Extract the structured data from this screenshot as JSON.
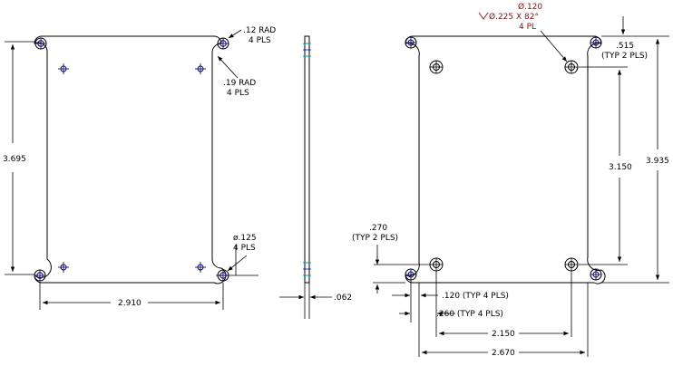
{
  "left_view": {
    "corner_note": {
      "value": ".12 RAD",
      "qty": "4 PLS"
    },
    "notch_note": {
      "value": ".19 RAD",
      "qty": "4 PLS"
    },
    "hole_note": {
      "value": "ø.125",
      "qty": "4 PLS"
    },
    "height_dim": "3.695",
    "width_dim": "2.910"
  },
  "side_view": {
    "thickness_dim": ".062"
  },
  "right_view": {
    "cs_note": {
      "line1": "Ø.120",
      "line2": "Ø.225 X 82°",
      "line3": "4 PL"
    },
    "top_offset": {
      "value": ".515",
      "qty": "(TYP 2 PLS)"
    },
    "side_offset": {
      "value": ".270",
      "qty": "(TYP 2 PLS)"
    },
    "inner_height_dim": "3.150",
    "outer_height_dim": "3.935",
    "edge_dim_1": ".120 (TYP 4 PLS)",
    "edge_dim_2": ".260 (TYP 4 PLS)",
    "inner_width_dim": "2.150",
    "outer_width_dim": "2.670"
  },
  "colors": {
    "line": "#000000",
    "hole": "#0000cc",
    "note": "#7a1414",
    "side_marks": "#00a0a0"
  }
}
